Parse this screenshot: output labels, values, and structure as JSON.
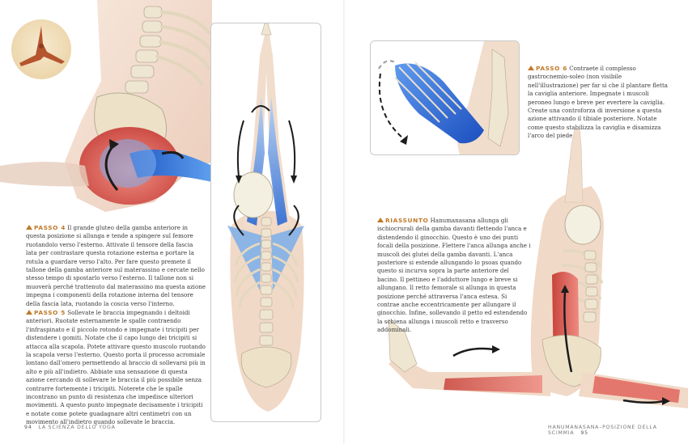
{
  "left_page": {
    "step4": {
      "label": "PASSO 4",
      "text": "Il grande gluteo della gamba anteriore in questa posizione si allunga e tende a spingere sul femore ruotandolo verso l'esterno. Attivate il tensore della fascia lata per contrastare questa rotazione esterna e portare la rotula a guardare verso l'alto. Per fare questo premete il tallone della gamba anteriore sul materassino e cercate nello stesso tempo di spostarlo verso l'esterno. Il tallone non si muoverà perché trattenuto dal materassino ma questa azione impegna i componenti della rotazione interna del tensore della fascia lata, ruotando la coscia verso l'interno."
    },
    "step5": {
      "label": "PASSO 5",
      "text": "Sollevate le braccia impegnando i deltoidi anteriori. Ruotate esternamente le spalle contraendo l'infraspinato e il piccolo rotondo e impegnate i tricipiti per distendere i gomiti. Notate che il capo lungo dei tricipiti si attacca alla scapola. Potete attivare questo muscolo ruotando la scapola verso l'esterno. Questo porta il processo acromiale lontano dall'omero permettendo al braccio di sollevarsi più in alto e più all'indietro. Abbiate una sensazione di questa azione cercando di sollevare le braccia il più possibile senza contrarre fortemente i tricipiti. Noterete che le spalle incontrano un punto di resistenza che impedisce ulteriori movimenti. A questo punto impegnate decisamente i tricipiti e notate come potete guadagnare altri centimetri con un movimento all'indietro quando sollevate le braccia."
    },
    "footer": {
      "page_number": "94",
      "title": "LA SCIENZA DELLO YOGA"
    }
  },
  "right_page": {
    "step6": {
      "label": "PASSO 6",
      "text": "Contraete il complesso gastrocnemio-soleo (non visibile nell'illustrazione) per far sì che il plantare fletta la caviglia anteriore. Impegnate i muscoli peroneo lungo e breve per evertere la caviglia. Create una controforza di inversione a questa azione attivando il tibiale posteriore. Notate come questo stabilizza la caviglia e disamizza l'arco del piede."
    },
    "summary": {
      "label": "RIASSUNTO",
      "text": "Hanumanasana allunga gli ischiocrurali della gamba davanti flettendo l'anca e distendendo il ginocchio. Questo è uno dei punti focali della posizione. Flettere l'anca allunga anche i muscoli dei glutei della gamba davanti. L'anca posteriore si estende allungando lo psoas quando questo si incurva sopra la parte anteriore del bacino. Il pettineo e l'adduttore lungo e breve si allungano. Il retto femorale si allunga in questa posizione perché attraversa l'anca estesa. Si contrae anche eccentricamente per allungare il ginocchio. Infine, sollevando il petto ed estendendo la schiena allunga i muscoli retto e trasverso addominali."
    },
    "footer": {
      "title": "HANUMANASANA–POSIZIONE DELLA SCIMMIA",
      "page_number": "95"
    }
  },
  "colors": {
    "accent": "#c07a2a",
    "muscle_red": "#d9574f",
    "muscle_blue": "#2f6fd6",
    "bone": "#efe6d2",
    "skin": "#f1d9c7"
  }
}
